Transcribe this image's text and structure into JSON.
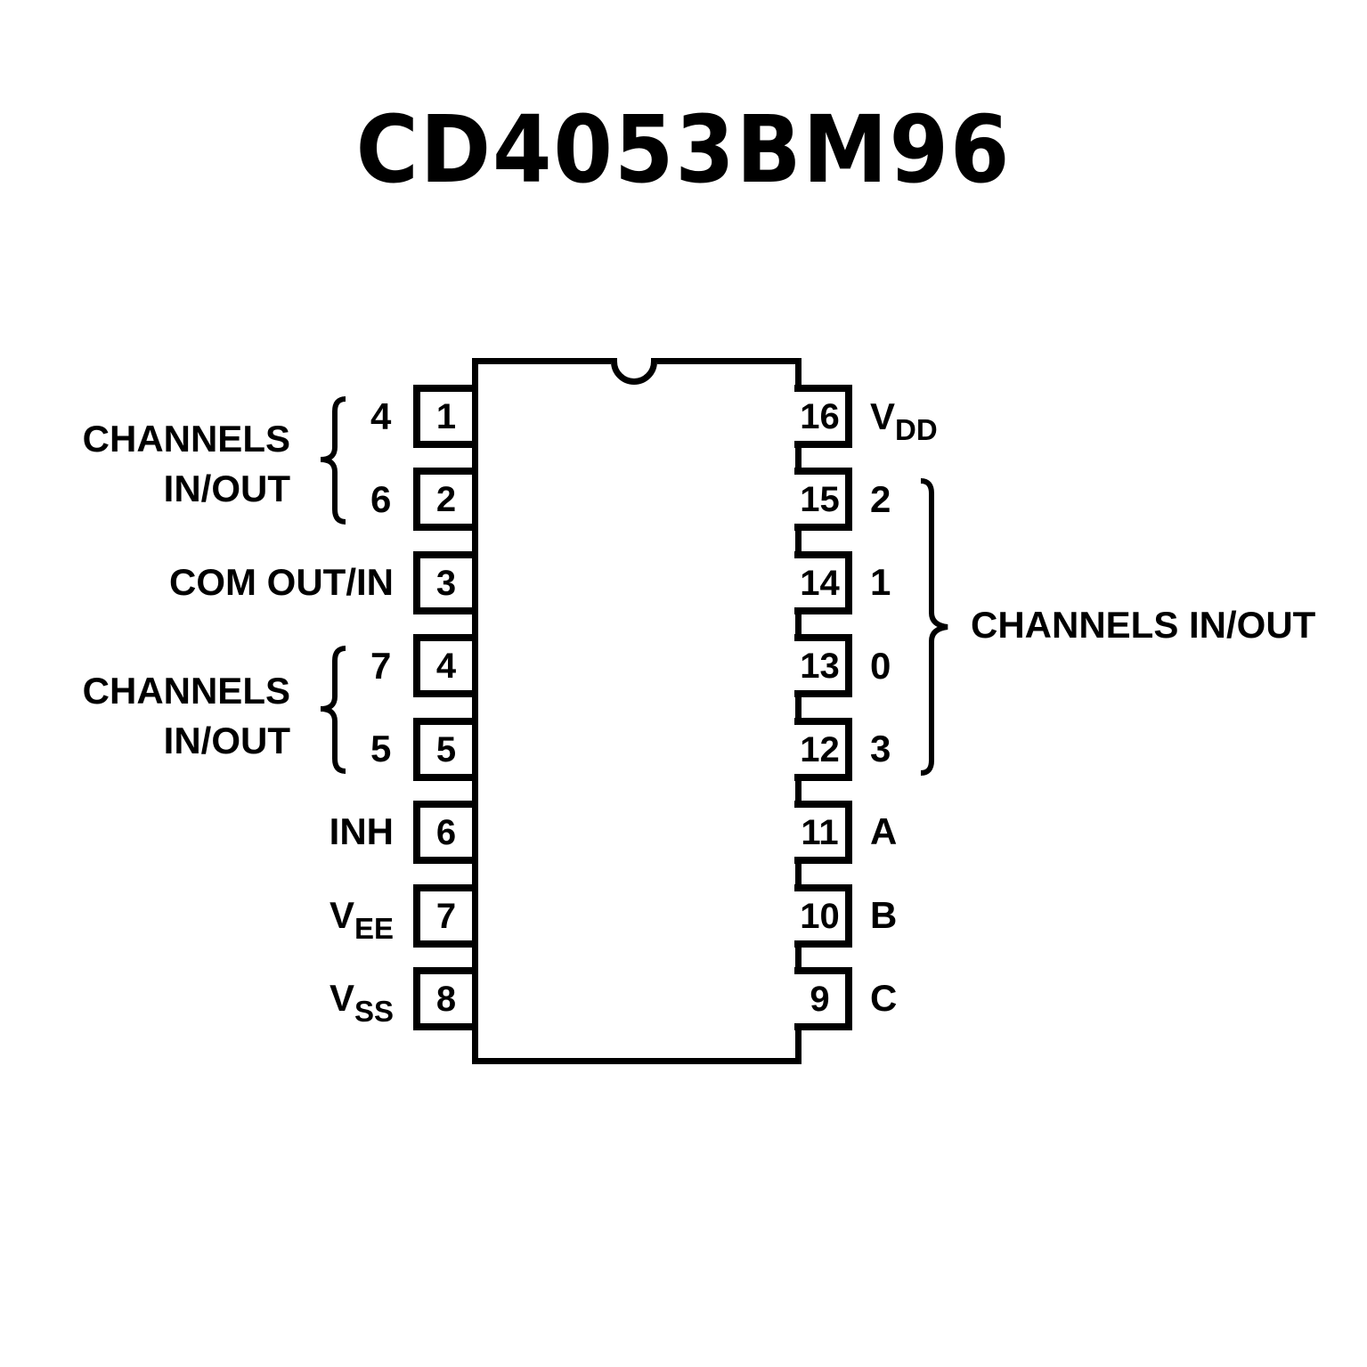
{
  "title": "CD4053BM96",
  "chip": {
    "left_pins": [
      {
        "number": "1",
        "label": "4",
        "label_sub": ""
      },
      {
        "number": "2",
        "label": "6",
        "label_sub": ""
      },
      {
        "number": "3",
        "label": "COM OUT/IN",
        "label_sub": ""
      },
      {
        "number": "4",
        "label": "7",
        "label_sub": ""
      },
      {
        "number": "5",
        "label": "5",
        "label_sub": ""
      },
      {
        "number": "6",
        "label": "INH",
        "label_sub": ""
      },
      {
        "number": "7",
        "label": "V",
        "label_sub": "EE"
      },
      {
        "number": "8",
        "label": "V",
        "label_sub": "SS"
      }
    ],
    "right_pins": [
      {
        "number": "16",
        "label": "V",
        "label_sub": "DD"
      },
      {
        "number": "15",
        "label": "2",
        "label_sub": ""
      },
      {
        "number": "14",
        "label": "1",
        "label_sub": ""
      },
      {
        "number": "13",
        "label": "0",
        "label_sub": ""
      },
      {
        "number": "12",
        "label": "3",
        "label_sub": ""
      },
      {
        "number": "11",
        "label": "A",
        "label_sub": ""
      },
      {
        "number": "10",
        "label": "B",
        "label_sub": ""
      },
      {
        "number": "9",
        "label": "C",
        "label_sub": ""
      }
    ],
    "groups": {
      "left_top": {
        "line1": "CHANNELS",
        "line2": "IN/OUT"
      },
      "left_mid": {
        "line1": "CHANNELS",
        "line2": "IN/OUT"
      },
      "right": {
        "label": "CHANNELS IN/OUT"
      }
    }
  },
  "colors": {
    "ink": "#000000",
    "background": "#ffffff"
  }
}
